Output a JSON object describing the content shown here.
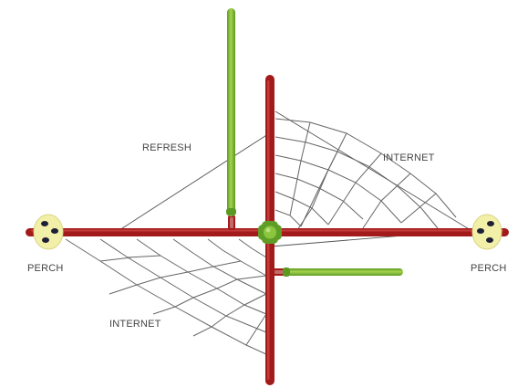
{
  "diagram": {
    "labels": {
      "refresh": "REFRESH",
      "internet_top": "INTERNET",
      "internet_bottom": "INTERNET",
      "perch_left": "PERCH",
      "perch_right": "PERCH"
    },
    "colors": {
      "bar_red": "#a31a1a",
      "bar_red_highlight": "#c23a3a",
      "bar_green": "#6bab2a",
      "bar_green_light": "#9ccc4a",
      "perch_fill": "#f2f0a8",
      "perch_dots": "#1e1e36",
      "web_line": "#666666"
    },
    "icons": {
      "perch": "perch-pad-icon",
      "center_joint": "cross-joint-icon"
    }
  }
}
